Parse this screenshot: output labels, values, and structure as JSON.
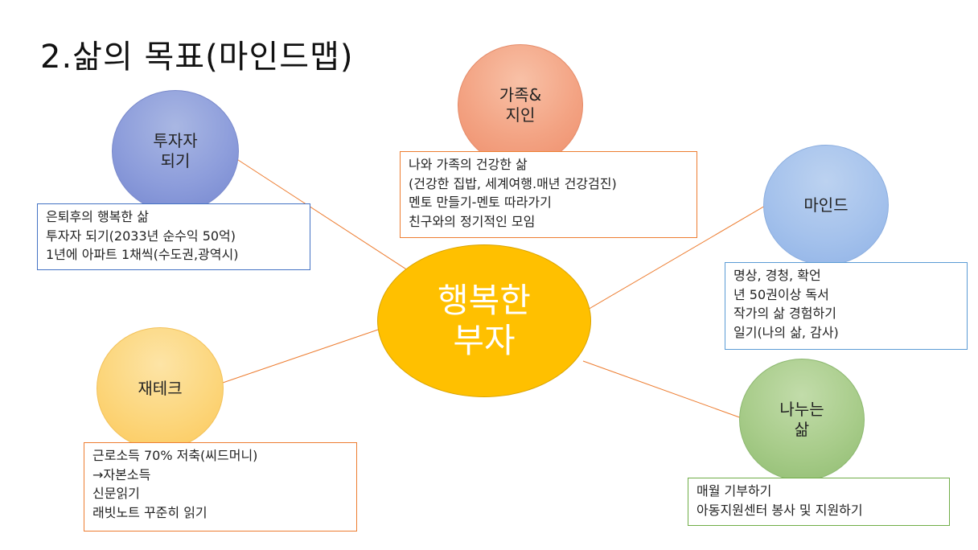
{
  "title": "2.삶의 목표(마인드맵)",
  "center": {
    "lines": [
      "행복한",
      "부자"
    ]
  },
  "nodes": {
    "invest": {
      "lines": [
        "투자자",
        "되기"
      ]
    },
    "family": {
      "lines": [
        "가족&",
        "지인"
      ]
    },
    "mind": {
      "lines": [
        "마인드"
      ]
    },
    "money": {
      "lines": [
        "재테크"
      ]
    },
    "share": {
      "lines": [
        "나누는",
        "삶"
      ]
    }
  },
  "boxes": {
    "invest": [
      "은퇴후의 행복한 삶",
      "투자자 되기(2033년 순수익 50억)",
      "1년에 아파트 1채씩(수도권,광역시)"
    ],
    "family": [
      "나와 가족의 건강한 삶",
      "(건강한 집밥, 세계여행.매년 건강검진)",
      "멘토 만들기-멘토 따라가기",
      "친구와의 정기적인 모임"
    ],
    "mind": [
      "명상, 경청, 확언",
      "년 50권이상 독서",
      "작가의 삶 경험하기",
      "일기(나의 삶, 감사)"
    ],
    "money": [
      "근로소득 70% 저축(씨드머니)",
      "→자본소득",
      "신문읽기",
      "래빗노트 꾸준히 읽기"
    ],
    "share": [
      "매월 기부하기",
      "아동지원센터 봉사 및 지원하기"
    ]
  },
  "colors": {
    "connector": "#ed7d31",
    "center_fill": "#ffc000",
    "center_text": "#ffffff"
  }
}
